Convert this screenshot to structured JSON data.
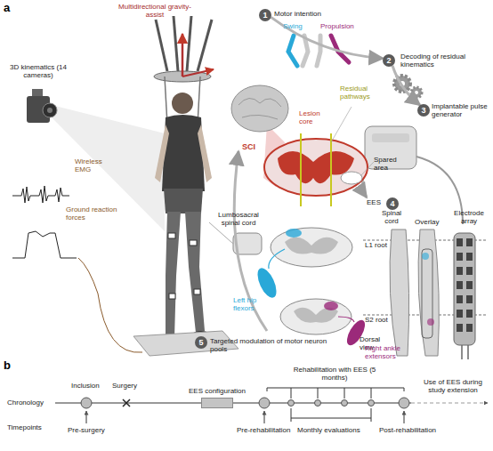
{
  "diagram": {
    "nodes": [
      {
        "text": [
          "1"
        ]
      },
      {
        "text": [
          "2"
        ]
      },
      {
        "text": [
          "3"
        ]
      },
      {
        "text": [
          "4"
        ]
      },
      {
        "text": [
          "5"
        ]
      },
      {
        "text": [
          "EES configuration"
        ]
      }
    ],
    "edges": [
      {
        "from": 0,
        "to": 1,
        "arrow": "to"
      },
      {
        "from": 1,
        "to": 2,
        "arrow": "to"
      }
    ],
    "labels": [
      "a",
      "Multidirectional gravity-assist",
      "3D kinematics (14 cameras)",
      "Wireless EMG",
      "Ground reaction forces",
      "Lumbosacral spinal cord",
      "Motor intention",
      "Swing",
      "Propulsion",
      "Decoding of residual kinematics",
      "Implantable pulse generator",
      "Residual pathways",
      "Lesion core",
      "SCI",
      "Spared area",
      "EES",
      "Spinal cord",
      "Overlay",
      "Electrode array",
      "L1 root",
      "S2 root",
      "Dorsal view",
      "Left hip flexors",
      "Right ankle extensors",
      "Targeted modulation of motor neuron pools",
      "b",
      "Inclusion",
      "Surgery",
      "Rehabilitation with EES (5 months)",
      "Use of EES during study extension",
      "Chronology",
      "Timepoints",
      "Pre-surgery",
      "Pre-rehabilitation",
      "Monthly evaluations",
      "Post-rehabilitation"
    ]
  }
}
